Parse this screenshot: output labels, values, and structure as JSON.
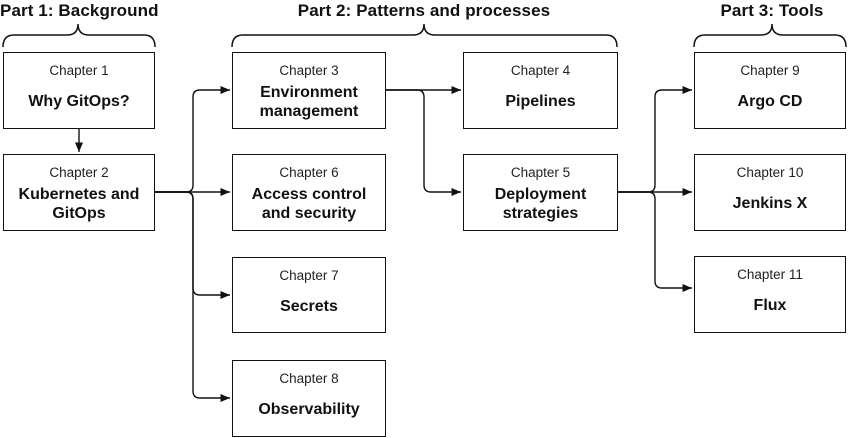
{
  "figure": {
    "colors": {
      "background": "#ffffff",
      "line": "#111111",
      "text": "#1a1a1a"
    },
    "parts": [
      {
        "label": "Part 1: Background",
        "chapters": [
          "Chapter 1",
          "Chapter 2"
        ]
      },
      {
        "label": "Part 2: Patterns and processes",
        "chapters": [
          "Chapter 3",
          "Chapter 4",
          "Chapter 5",
          "Chapter 6",
          "Chapter 7",
          "Chapter 8"
        ]
      },
      {
        "label": "Part 3: Tools",
        "chapters": [
          "Chapter 9",
          "Chapter 10",
          "Chapter 11"
        ]
      }
    ],
    "chapters": [
      {
        "number": "Chapter 1",
        "title": "Why GitOps?"
      },
      {
        "number": "Chapter 2",
        "title": "Kubernetes and GitOps"
      },
      {
        "number": "Chapter 3",
        "title": "Environment management"
      },
      {
        "number": "Chapter 4",
        "title": "Pipelines"
      },
      {
        "number": "Chapter 5",
        "title": "Deployment strategies"
      },
      {
        "number": "Chapter 6",
        "title": "Access control and security"
      },
      {
        "number": "Chapter 7",
        "title": "Secrets"
      },
      {
        "number": "Chapter 8",
        "title": "Observability"
      },
      {
        "number": "Chapter 9",
        "title": "Argo CD"
      },
      {
        "number": "Chapter 10",
        "title": "Jenkins X"
      },
      {
        "number": "Chapter 11",
        "title": "Flux"
      }
    ],
    "connections": [
      {
        "from": "Chapter 1",
        "to": "Chapter 2"
      },
      {
        "from": "Chapter 2",
        "to": "Chapter 3"
      },
      {
        "from": "Chapter 2",
        "to": "Chapter 6"
      },
      {
        "from": "Chapter 2",
        "to": "Chapter 7"
      },
      {
        "from": "Chapter 2",
        "to": "Chapter 8"
      },
      {
        "from": "Chapter 3",
        "to": "Chapter 4"
      },
      {
        "from": "Chapter 3",
        "to": "Chapter 5"
      },
      {
        "from": "Chapter 5",
        "to": "Chapter 9"
      },
      {
        "from": "Chapter 5",
        "to": "Chapter 10"
      },
      {
        "from": "Chapter 5",
        "to": "Chapter 11"
      }
    ]
  }
}
